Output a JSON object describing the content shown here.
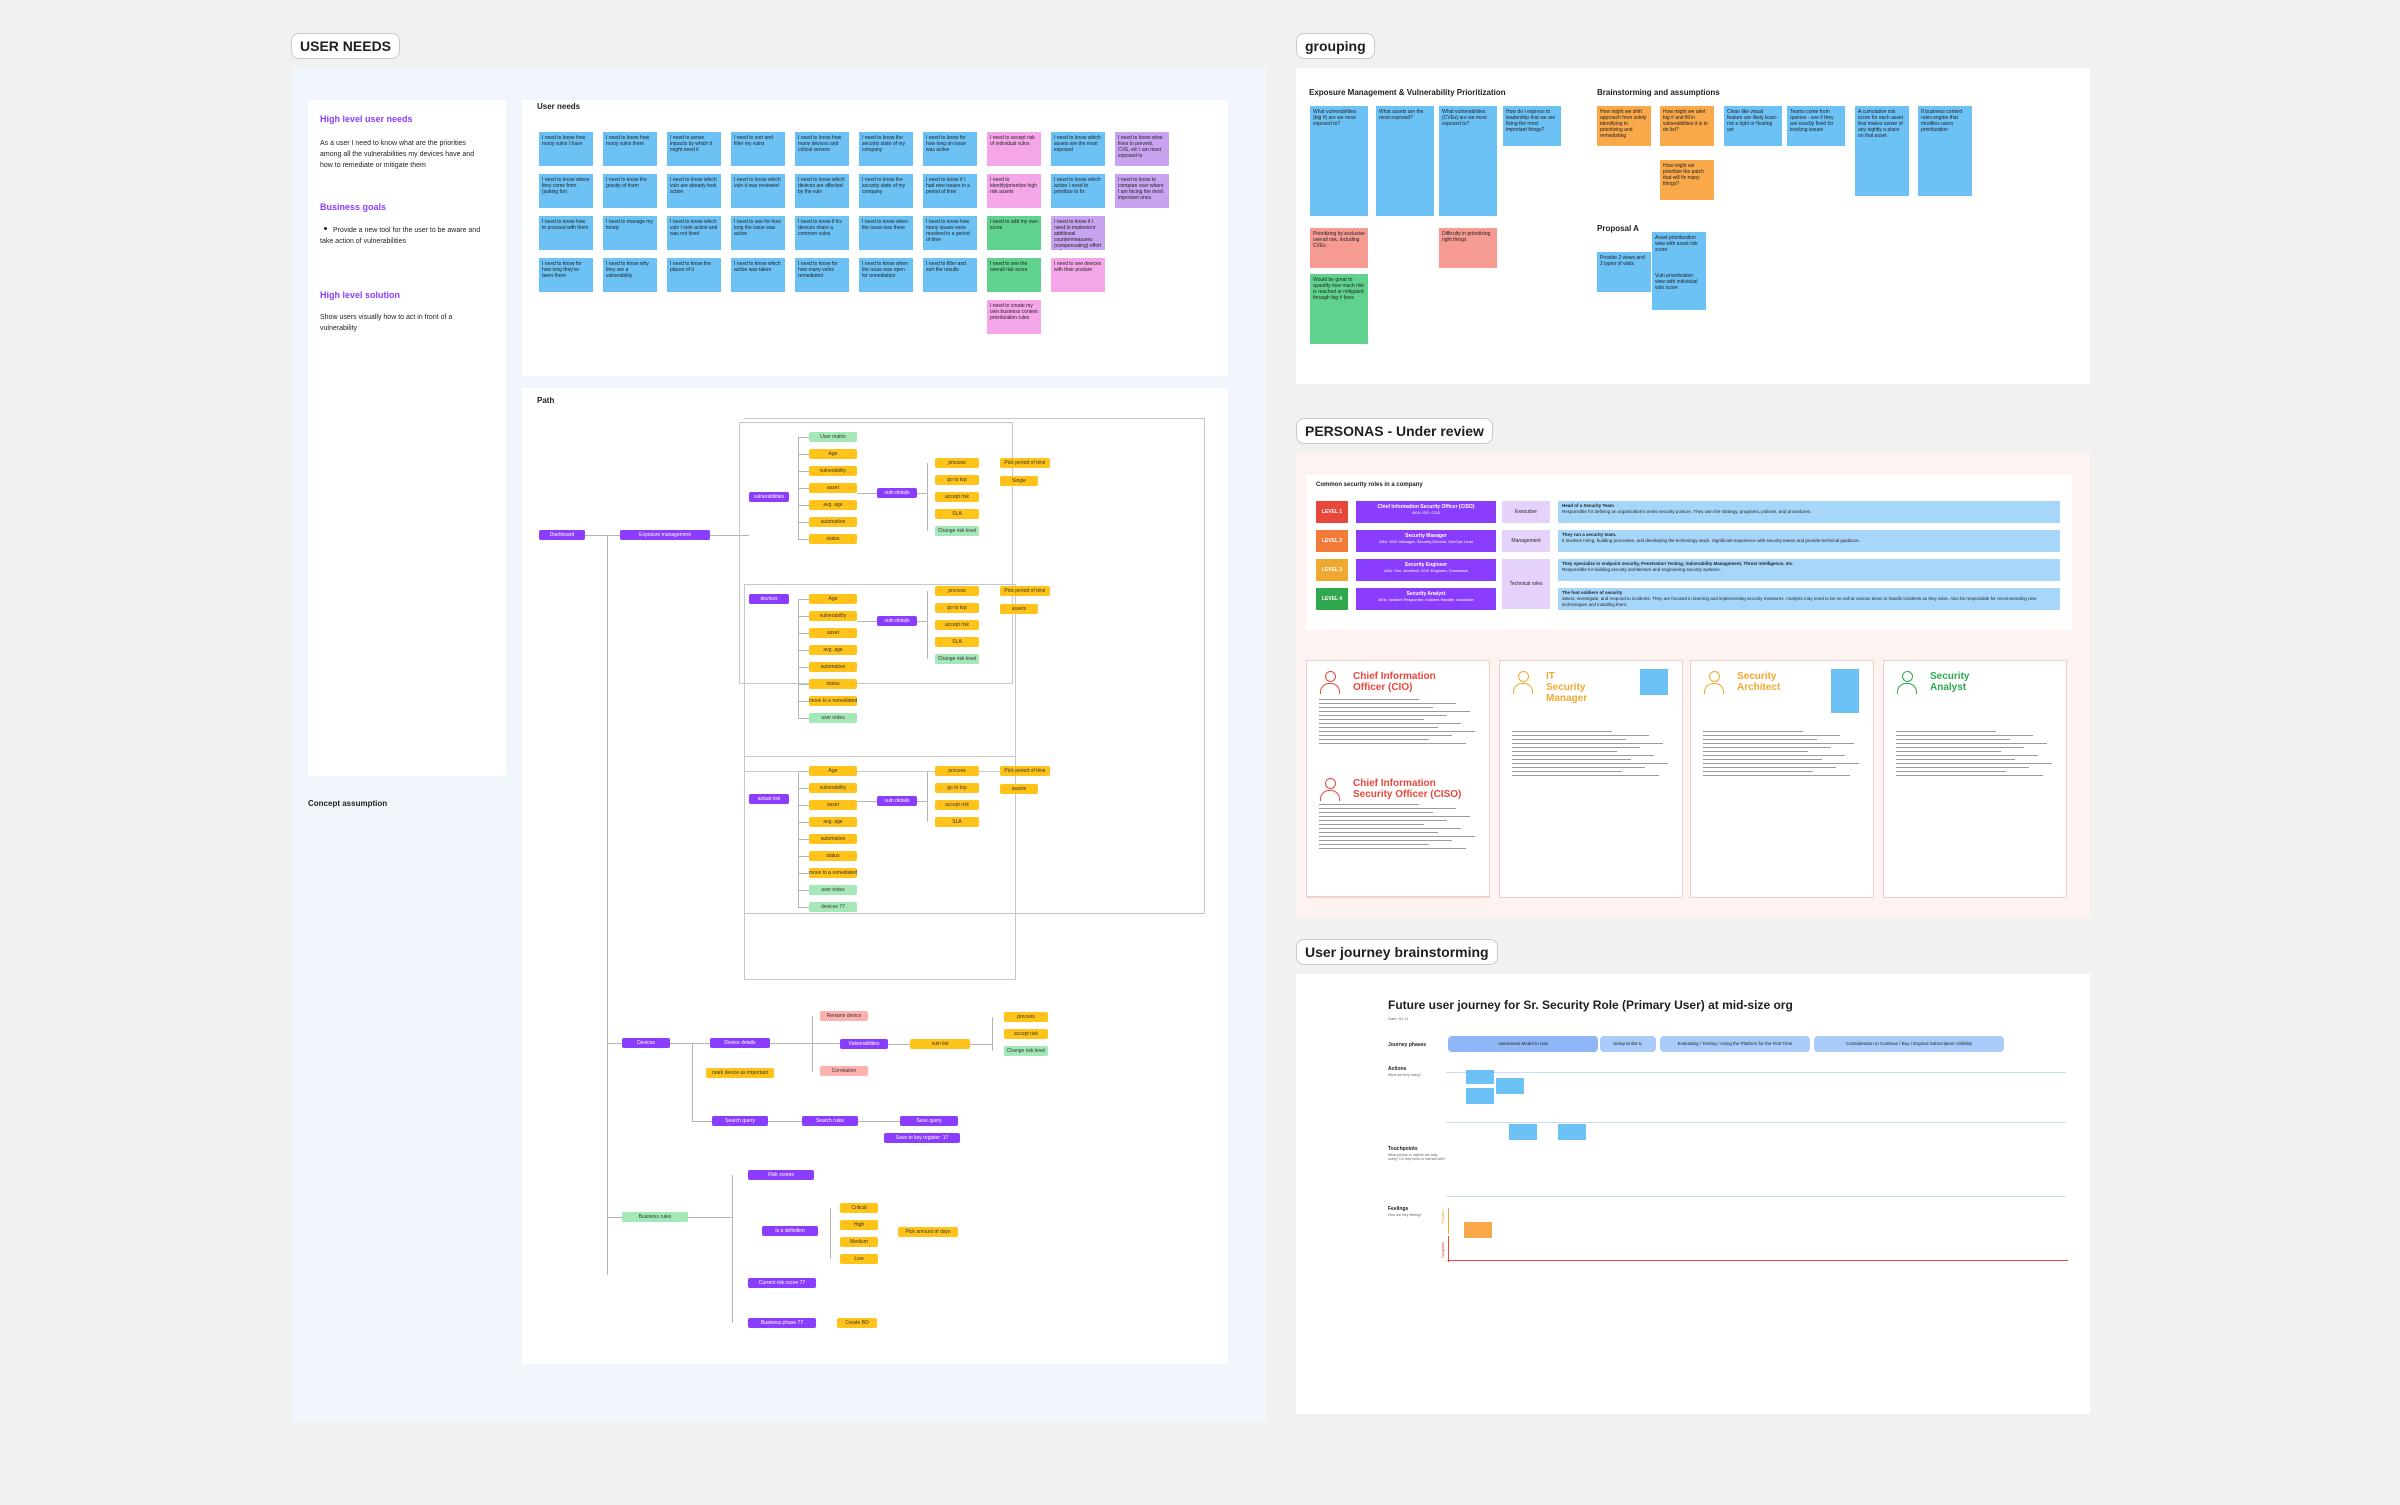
{
  "sections": {
    "user_needs": "USER NEEDS",
    "grouping": "grouping",
    "personas": "PERSONAS - Under review",
    "journey": "User journey brainstorming"
  },
  "left_panel": {
    "high_level_needs_title": "High level user needs",
    "high_level_needs_text": "As a user I need to know what are the priorities among all the vulnerabilities my devices have and how to remediate or mitigate them",
    "business_goals_title": "Business goals",
    "business_goals_bullet": "Provide a new tool for the user to be aware and take action of vulnerabilities",
    "solution_title": "High level solution",
    "solution_text": "Show users visually how to act in front of a vulnerability",
    "concept_assumption": "Concept assumption"
  },
  "user_needs_board": {
    "title": "User needs",
    "stickies": [
      {
        "text": "I need to know how many vulns I have",
        "color": "blue"
      },
      {
        "text": "I need to know where they come from (asking for)",
        "color": "blue"
      },
      {
        "text": "I need to know how to proceed with them",
        "color": "blue"
      },
      {
        "text": "I need to know for how long they've been there",
        "color": "blue"
      },
      {
        "text": "I need to know how many vulns there",
        "color": "blue"
      },
      {
        "text": "I need to know the gravity of them",
        "color": "blue"
      },
      {
        "text": "I need to manage my timely",
        "color": "blue"
      },
      {
        "text": "I need to know why they are a vulnerability",
        "color": "blue"
      },
      {
        "text": "I need to sense impacts by which it might need it",
        "color": "blue"
      },
      {
        "text": "I need to know which vuln are already took action",
        "color": "blue"
      },
      {
        "text": "I need to know which vuln I took action and was not fixed",
        "color": "blue"
      },
      {
        "text": "I need to know the places of it",
        "color": "blue"
      },
      {
        "text": "I need to sort and filter my vulns",
        "color": "blue"
      },
      {
        "text": "I need to know which vuln it was reviewed",
        "color": "blue"
      },
      {
        "text": "I need to see for how long the issue was active",
        "color": "blue"
      },
      {
        "text": "I need to know which action was taken",
        "color": "blue"
      },
      {
        "text": "I need to know how many devices and critical servers",
        "color": "blue"
      },
      {
        "text": "I need to know which devices are affected by the vuln",
        "color": "blue"
      },
      {
        "text": "I need to know if it's devices share a common vulns",
        "color": "blue"
      },
      {
        "text": "I need to know for how many vulns remediated",
        "color": "blue"
      },
      {
        "text": "I need to know the security state of my company",
        "color": "blue"
      },
      {
        "text": "I need to know the security state of my company",
        "color": "blue"
      },
      {
        "text": "I need to know when the issue was there",
        "color": "blue"
      },
      {
        "text": "I need to know when the issue was open for remediation",
        "color": "blue"
      },
      {
        "text": "I need to know for how long an issue was active",
        "color": "blue"
      },
      {
        "text": "I need to know if I had new issues in a period of time",
        "color": "blue"
      },
      {
        "text": "I need to know how many issues were resolved in a period of time",
        "color": "blue"
      },
      {
        "text": "I need to filter and sort the results",
        "color": "blue"
      },
      {
        "text": "I need to accept risk of individual vulns",
        "color": "pink"
      },
      {
        "text": "I need to identify/prioritize high risk assets",
        "color": "pink"
      },
      {
        "text": "I need to add my own score",
        "color": "green"
      },
      {
        "text": "I need to see the overall risk score",
        "color": "green"
      },
      {
        "text": "I need to create my own business context prioritization rules",
        "color": "pink"
      },
      {
        "text": "I need to know which assets are the most exposed",
        "color": "blue"
      },
      {
        "text": "I need to know which action I need to prioritize to fix",
        "color": "blue"
      },
      {
        "text": "I need to know if I need to implement additional countermeasures (compensating) effort to fix",
        "color": "violet"
      },
      {
        "text": "I need to see devices with their posture",
        "color": "pink"
      },
      {
        "text": "I need to know what fixes to prevent, CVE, etc I am most exposed to",
        "color": "violet"
      },
      {
        "text": "I need to know to compare over where I am facing the most important ones",
        "color": "violet"
      }
    ]
  },
  "path_board": {
    "title": "Path",
    "root": "Dashboard",
    "main": "Exposure management",
    "groups": [
      {
        "label": "vulnerabilities",
        "items": [
          "User matrix",
          "Age",
          "vulnerability",
          "asset",
          "avg. age",
          "automation",
          "status"
        ],
        "detail": "vuln details",
        "detail_items": [
          "process",
          "go to top",
          "accept risk",
          "SLA",
          "Change risk level"
        ],
        "extra": [
          "Pick period of time",
          "Single"
        ]
      },
      {
        "label": "devices",
        "items": [
          "Age",
          "vulnerability",
          "asset",
          "avg. age",
          "automation",
          "status",
          "move to a remediated",
          "user notes"
        ],
        "detail": "vuln details",
        "detail_items": [
          "process",
          "go to top",
          "accept risk",
          "SLA",
          "Change risk level"
        ],
        "extra": [
          "Pick period of time",
          "assets"
        ]
      },
      {
        "label": "actual risk",
        "items": [
          "Age",
          "vulnerability",
          "asset",
          "avg. age",
          "automation",
          "status",
          "move to a remediated",
          "user notes",
          "devices 77"
        ],
        "detail": "vuln details",
        "detail_items": [
          "process",
          "go to top",
          "accept risk",
          "SLA"
        ],
        "extra": [
          "Pick period of time",
          "assets"
        ]
      }
    ],
    "devices_flow": {
      "devices": "Devices",
      "device_details": "Device details",
      "flag": "mark device as important",
      "rename": "Rename device",
      "vulnerabilities": "Vulnerabilities",
      "correlation": "Correlation",
      "vuln_list": "vuln list",
      "actions": [
        "process",
        "accept risk",
        "Change risk level"
      ],
      "search_query": "Search query",
      "search_rules": "Search rules",
      "save_query": "Save query",
      "save_query_sub": "Save to key register: 17"
    },
    "business_flow": {
      "root": "Business rules",
      "risk_scores": "Risk scores",
      "is_definition": "Is a definition",
      "levels": [
        "Critical",
        "High",
        "Medium",
        "Low"
      ],
      "pick": "Pick amount of days",
      "current_risk": "Current risk score 77",
      "business_phase": "Business phase 77",
      "create_bo": "Create BO"
    }
  },
  "grouping_board": {
    "col1_title": "Exposure Management & Vulnerability Prioritization",
    "col2_title": "Brainstorming and assumptions",
    "proposal": "Proposal A",
    "notes": [
      {
        "text": "What vulnerabilities (big #) are we most exposed to?",
        "color": "blue"
      },
      {
        "text": "What assets are the most exposed?",
        "color": "blue"
      },
      {
        "text": "What vulnerabilities (CVEs) are we most exposed to?",
        "color": "blue"
      },
      {
        "text": "How do I express to leadership that we are fixing the most important things?",
        "color": "blue"
      },
      {
        "text": "Prioritizing by exclusive overall risk, including CVEs",
        "color": "red"
      },
      {
        "text": "Would be great to quantify how much risk is reached or mitigated through big # fixes",
        "color": "green"
      },
      {
        "text": "Difficulty in prioritizing right things",
        "color": "red"
      },
      {
        "text": "How might we shift approach from solely identifying to prioritizing and remediating",
        "color": "orange"
      },
      {
        "text": "How might we alert big # and fill in vulnerabilities it is to do list?",
        "color": "orange"
      },
      {
        "text": "How might we prioritize the patch that will fix many things?",
        "color": "orange"
      },
      {
        "text": "Clean like visual feature are likely least- not a tight or floating yet",
        "color": "blue"
      },
      {
        "text": "Teams come from queries - see if they are exactly fixed for tracking issues",
        "color": "blue"
      },
      {
        "text": "A cumulative risk score for each asset that makes sense of any nightly a place on that asset",
        "color": "blue"
      },
      {
        "text": "If business context rules engine that modifies users prioritization",
        "color": "blue"
      },
      {
        "text": "Provide 2 views and 2 types of visits",
        "color": "blue"
      },
      {
        "text": "Asset prioritization view with asset risk score",
        "color": "blue"
      },
      {
        "text": "Vuln prioritization view with individual vuln score",
        "color": "blue"
      }
    ]
  },
  "personas_board": {
    "title": "Common security roles in a company",
    "levels": [
      {
        "level": "LEVEL 1",
        "role": "Chief Information Security Officer (CISO)",
        "sub": "AKA: ISO, CSO",
        "type": "Executive",
        "desc_title": "Head of a Security Team",
        "desc": "Responsible for defining an organization's entire security posture. They own the strategy, programs, policies, and procedures.",
        "color": "#e8473c"
      },
      {
        "level": "LEVEL 2",
        "role": "Security Manager",
        "sub": "AKA: SOC Manager, Security Director, DevOps Lead",
        "type": "Management",
        "desc_title": "They run a security team.",
        "desc": "It involves hiring, building processes, and developing the technology stack. Significant experience with security teams and provide technical guidance.",
        "color": "#f27b3a"
      },
      {
        "level": "LEVEL 3",
        "role": "Security Engineer",
        "sub": "AKA: Sec. Architect, SOC Engineer, Consultant",
        "type": "Technical roles",
        "desc_title": "They specialize in endpoint security, Penetration Testing, Vulnerability Management, Threat intelligence, etc.",
        "desc": "Responsible for building security architecture and engineering security systems.",
        "color": "#f0a930"
      },
      {
        "level": "LEVEL 4",
        "role": "Security Analyst",
        "sub": "AKA: Incident Responder, Incident Handler, Associate",
        "type": "",
        "desc_title": "The foot soldiers of security",
        "desc": "detect, investigate, and respond to incidents. They are focused in learning and implementing security measures. Analysts may need to be on-call at various times to handle incidents as they arise. Also be responsible for recommending new technologies and installing them.",
        "color": "#2fa84f"
      }
    ],
    "cards": [
      {
        "title": "Chief Information Officer (CIO)",
        "color": "#e8473c"
      },
      {
        "title": "Chief Information Security Officer (CISO)",
        "color": "#e8473c"
      },
      {
        "title": "IT Security Manager",
        "color": "#f0a930"
      },
      {
        "title": "Security Architect",
        "color": "#f0a930"
      },
      {
        "title": "Security Analyst",
        "color": "#2fa84f"
      }
    ]
  },
  "journey_board": {
    "title": "Future user journey for Sr. Security Role (Primary User) at mid-size org",
    "subtitle": "Date: 01.11",
    "phases_label": "Journey phases",
    "phases": [
      "Awareness Model to Use",
      "Setup Enlist S.",
      "Evaluating / Testing / Using the Platform for the First Time",
      "Consideration to Continue / Buy / Expand Subscription Visibility"
    ],
    "rows": [
      "Actions",
      "Touchpoints",
      "Feelings"
    ],
    "row_subs": [
      "What are they doing?",
      "What people or objects are they using? Do they need to interact with?",
      "How are they feeling?"
    ],
    "feelings": [
      "Positive",
      "Negative"
    ]
  }
}
